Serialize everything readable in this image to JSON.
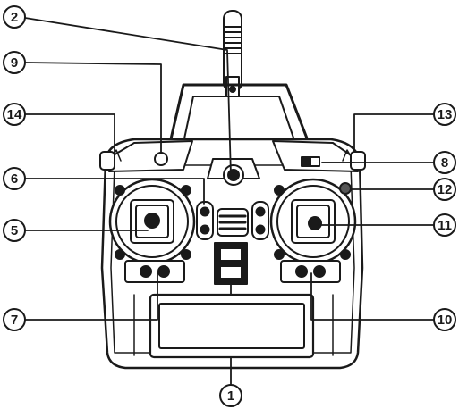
{
  "callouts": [
    {
      "id": "c2",
      "number": "2"
    },
    {
      "id": "c9",
      "number": "9"
    },
    {
      "id": "c14",
      "number": "14"
    },
    {
      "id": "c6",
      "number": "6"
    },
    {
      "id": "c5",
      "number": "5"
    },
    {
      "id": "c7",
      "number": "7"
    },
    {
      "id": "c13",
      "number": "13"
    },
    {
      "id": "c8",
      "number": "8"
    },
    {
      "id": "c12",
      "number": "12"
    },
    {
      "id": "c11",
      "number": "11"
    },
    {
      "id": "c10",
      "number": "10"
    },
    {
      "id": "c1",
      "number": "1"
    }
  ],
  "colors": {
    "line": "#1a1a1a",
    "body_fill": "#ffffff",
    "shade": "#555555",
    "dark": "#111111"
  }
}
